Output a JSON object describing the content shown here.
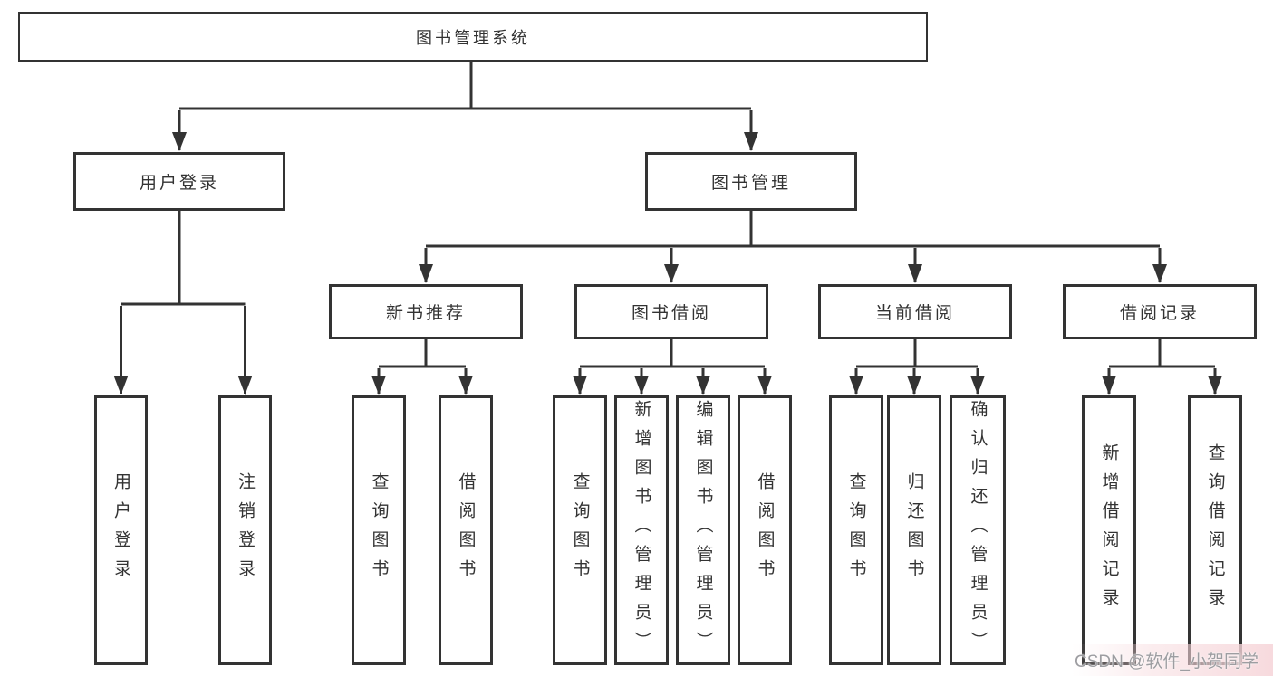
{
  "diagram": {
    "root": {
      "label": "图书管理系统"
    },
    "level2": {
      "user_login": {
        "label": "用户登录"
      },
      "book_mgmt": {
        "label": "图书管理"
      }
    },
    "level3": {
      "new_book": {
        "label": "新书推荐"
      },
      "book_borrow": {
        "label": "图书借阅"
      },
      "current_borrow": {
        "label": "当前借阅"
      },
      "borrow_record": {
        "label": "借阅记录"
      }
    },
    "leaves": {
      "user_login_leaf": {
        "label": "用户登录"
      },
      "logout": {
        "label": "注销登录"
      },
      "nb_query": {
        "label": "查询图书"
      },
      "nb_borrow": {
        "label": "借阅图书"
      },
      "bb_query": {
        "label": "查询图书"
      },
      "bb_add": {
        "label": "新增图书（管理员）"
      },
      "bb_edit": {
        "label": "编辑图书（管理员）"
      },
      "bb_borrow": {
        "label": "借阅图书"
      },
      "cb_query": {
        "label": "查询图书"
      },
      "cb_return": {
        "label": "归还图书"
      },
      "cb_confirm": {
        "label": "确认归还（管理员）"
      },
      "br_add": {
        "label": "新增借阅记录"
      },
      "br_query": {
        "label": "查询借阅记录"
      }
    }
  },
  "watermark": {
    "text": "CSDN @软件_小贺同学"
  },
  "colors": {
    "line": "#333333",
    "text": "#333333",
    "background": "#ffffff",
    "watermark_text": "#9d9da1",
    "watermark_bg": "#f6d6da"
  }
}
